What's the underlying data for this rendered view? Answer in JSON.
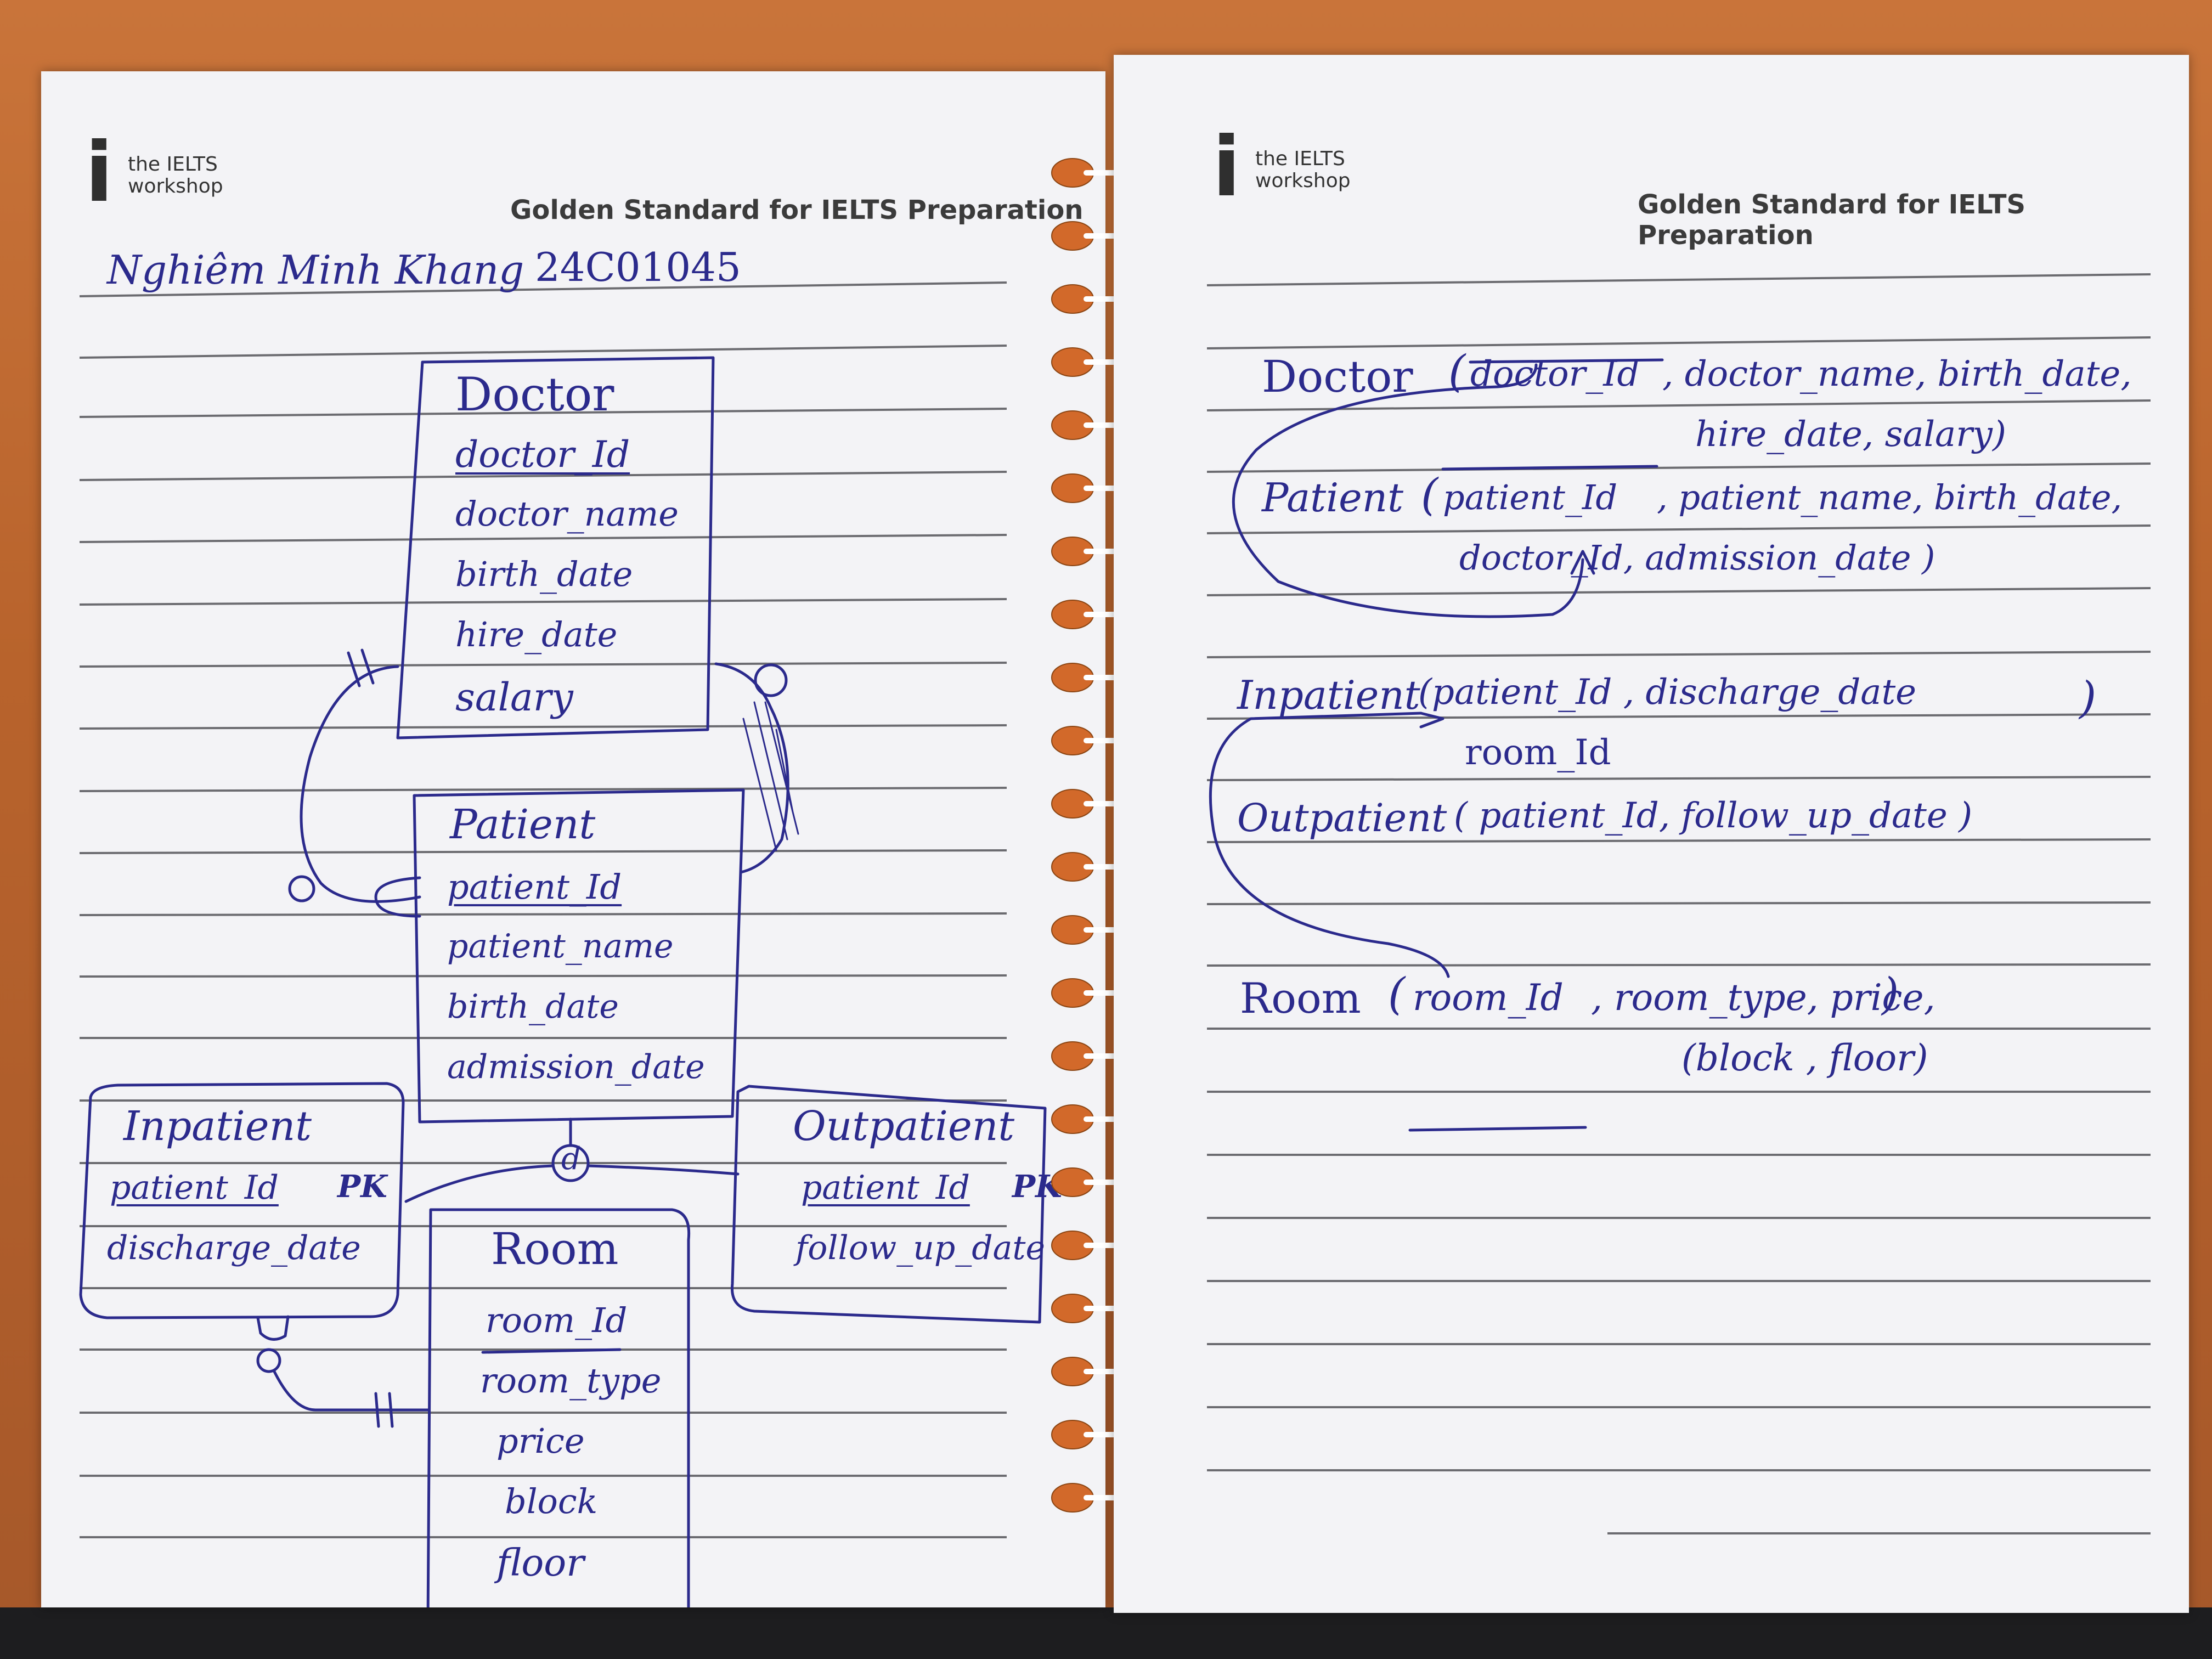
{
  "brand": {
    "logo_small": "the IELTS",
    "logo_small2": "workshop",
    "tagline": "Golden Standard for IELTS Preparation"
  },
  "student": {
    "name": "Nghiêm Minh Khang",
    "id": "24C01045"
  },
  "erd": {
    "doctor": {
      "title": "Doctor",
      "attrs": [
        "doctor_Id",
        "doctor_name",
        "birth_date",
        "hire_date",
        "salary"
      ]
    },
    "patient": {
      "title": "Patient",
      "attrs": [
        "patient_Id",
        "patient_name",
        "birth_date",
        "admission_date"
      ]
    },
    "inpatient": {
      "title": "Inpatient",
      "attrs": [
        "patient_Id",
        "discharge_date"
      ],
      "pk_mark": "PK"
    },
    "outpatient": {
      "title": "Outpatient",
      "attrs": [
        "patient_Id",
        "follow_up_date"
      ],
      "pk_mark": "PK"
    },
    "room": {
      "title": "Room",
      "attrs": [
        "room_Id",
        "room_type",
        "price",
        "block",
        "floor"
      ]
    },
    "disjoint_symbol": "d",
    "cardinality_one": "+|"
  },
  "schema": {
    "doctor": {
      "name": "Doctor",
      "line1_open": "(",
      "pk": "doctor_Id",
      "line1_rest": ", doctor_name, birth_date,",
      "line2": "hire_date, salary)"
    },
    "patient": {
      "name": "Patient",
      "line1_open": "(",
      "pk": "patient_Id",
      "line1_rest": ", patient_name, birth_date,",
      "line2": "doctor_Id, admission_date )"
    },
    "inpatient": {
      "name": "Inpatient",
      "line1": "(patient_Id , discharge_date",
      "line2": "room_Id",
      "close": ")"
    },
    "outpatient": {
      "name": "Outpatient",
      "line1": "( patient_Id, follow_up_date )"
    },
    "room": {
      "name": "Room",
      "line1_open": "(",
      "pk": "room_Id",
      "line1_rest": ", room_type, price,",
      "line2": "(block , floor)",
      "close": ")"
    }
  }
}
